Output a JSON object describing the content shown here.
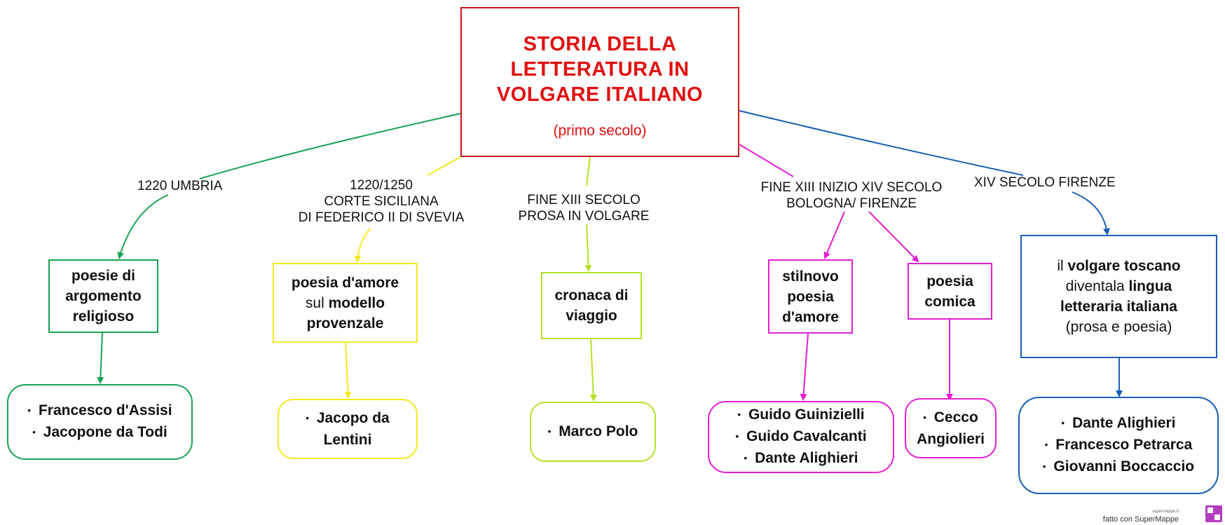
{
  "root": {
    "title_lines": [
      "STORIA DELLA",
      "LETTERATURA IN",
      "VOLGARE ITALIANO"
    ],
    "subtitle": "(primo secolo)"
  },
  "colors": {
    "root": "#c8161d",
    "umbria": "#16a354",
    "sicilia": "#f5ea1a",
    "prosa": "#b4e226",
    "stilnovo": "#e21fd3",
    "firenze": "#1660b5"
  },
  "link_labels": {
    "umbria": "1220 UMBRIA",
    "sicilia": [
      "1220/1250",
      "CORTE SICILIANA",
      "DI FEDERICO II DI SVEVIA"
    ],
    "prosa": [
      "FINE XIII SECOLO",
      "PROSA IN VOLGARE"
    ],
    "stilnovo": [
      "FINE XIII INIZIO XIV SECOLO",
      "BOLOGNA/ FIRENZE"
    ],
    "firenze": "XIV SECOLO FIRENZE"
  },
  "nodes": {
    "religiosa": [
      "poesie di",
      "argomento",
      "religioso"
    ],
    "amore": {
      "line1": "poesia d'amore",
      "line2_a": "sul ",
      "line2_b": "modello",
      "line3": "provenzale"
    },
    "cronaca": [
      "cronaca di",
      "viaggio"
    ],
    "stilnovo": [
      "stilnovo",
      "poesia",
      "d'amore"
    ],
    "comica": [
      "poesia",
      "comica"
    ],
    "toscano": {
      "p1": "il ",
      "p2": "volgare toscano",
      "p3": "diventala ",
      "p4": "lingua",
      "p5": "letteraria italiana",
      "p6": "(prosa e poesia)"
    }
  },
  "people": {
    "religiosa": [
      "Francesco d'Assisi",
      "Jacopone da Todi"
    ],
    "amore": [
      "Jacopo da",
      "Lentini"
    ],
    "cronaca": [
      "Marco Polo"
    ],
    "stilnovo": [
      "Guido Guinizielli",
      "Guido Cavalcanti",
      "Dante Alighieri"
    ],
    "comica": [
      "Cecco",
      "Angiolieri"
    ],
    "toscano": [
      "Dante Alighieri",
      "Francesco Petrarca",
      "Giovanni Boccaccio"
    ]
  },
  "footer": {
    "site": "supermappe.it",
    "text": "fatto con SuperMappe"
  }
}
